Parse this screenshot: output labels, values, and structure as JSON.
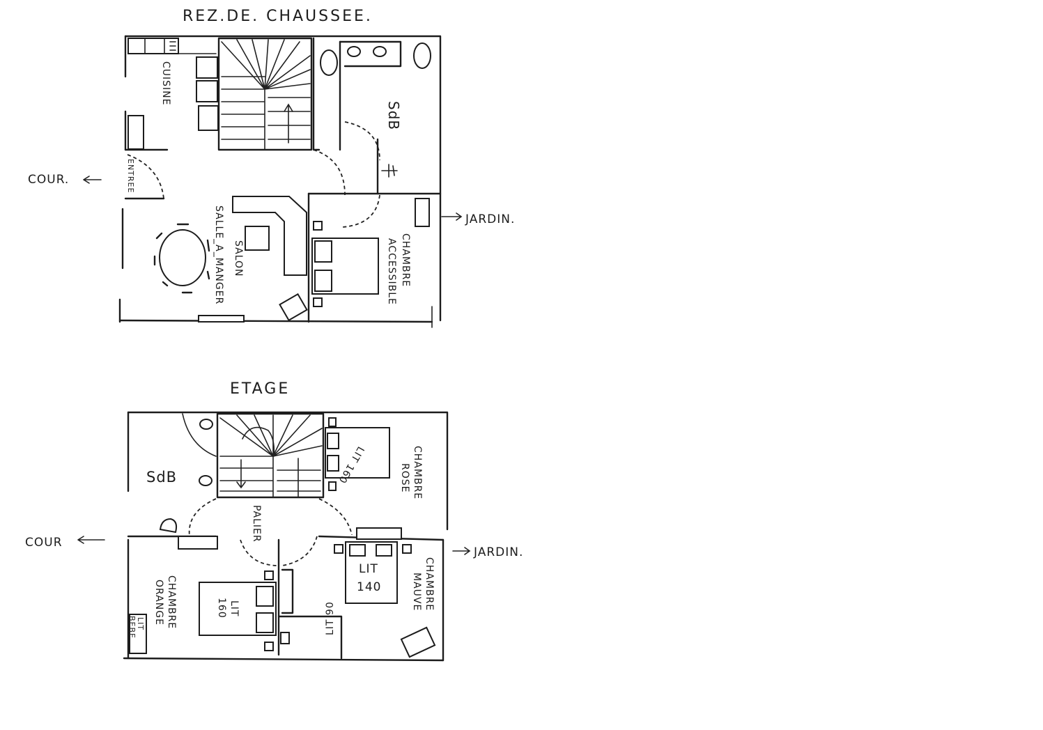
{
  "titles": {
    "ground": "REZ.DE. CHAUSSEE.",
    "upper": "ETAGE"
  },
  "ground_floor": {
    "cour": "COUR.",
    "jardin": "JARDIN.",
    "cuisine": "CUISINE",
    "entree": "ENTREE",
    "sdb": "SdB",
    "salon": "SALON",
    "salle": "SALLE_A_MANGER",
    "chambre": "CHAMBRE",
    "accessible": "ACCESSIBLE"
  },
  "upper_floor": {
    "cour": "COUR",
    "jardin": "JARDIN.",
    "sdb": "SdB",
    "palier": "PALIER",
    "lit_160_rose": "LIT 160",
    "chambre_rose_1": "CHAMBRE",
    "chambre_rose_2": "ROSE",
    "lit_140_1": "LIT",
    "lit_140_2": "140",
    "chambre_mauve_1": "CHAMBRE",
    "chambre_mauve_2": "MAUVE",
    "lit_160_orange_1": "LIT",
    "lit_160_orange_2": "160",
    "chambre_orange_1": "CHAMBRE",
    "chambre_orange_2": "ORANGE",
    "lit_90": "LIT 90",
    "lit_bebe_1": "LIT",
    "lit_bebe_2": "BEBE"
  }
}
